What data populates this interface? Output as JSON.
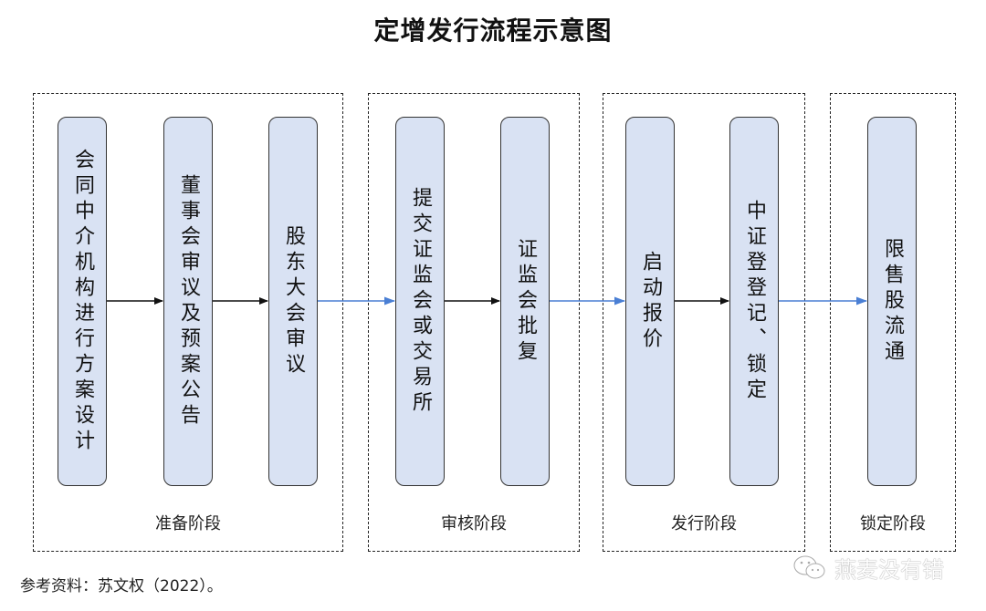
{
  "title": "定增发行流程示意图",
  "colors": {
    "step_fill": "#d9e2f3",
    "step_border": "#333333",
    "intra_arrow": "#111111",
    "inter_arrow": "#4a7fd4"
  },
  "stages": [
    {
      "label": "准备阶段",
      "steps": [
        "会同中介机构进行方案设计",
        "董事会审议及预案公告",
        "股东大会审议"
      ]
    },
    {
      "label": "审核阶段",
      "steps": [
        "提交证监会或交易所",
        "证监会批复"
      ]
    },
    {
      "label": "发行阶段",
      "steps": [
        "启动报价",
        "中证登登记、锁定"
      ]
    },
    {
      "label": "锁定阶段",
      "steps": [
        "限售股流通"
      ]
    }
  ],
  "source": "参考资料：苏文权（2022）。",
  "watermark": "燕麦没有错"
}
